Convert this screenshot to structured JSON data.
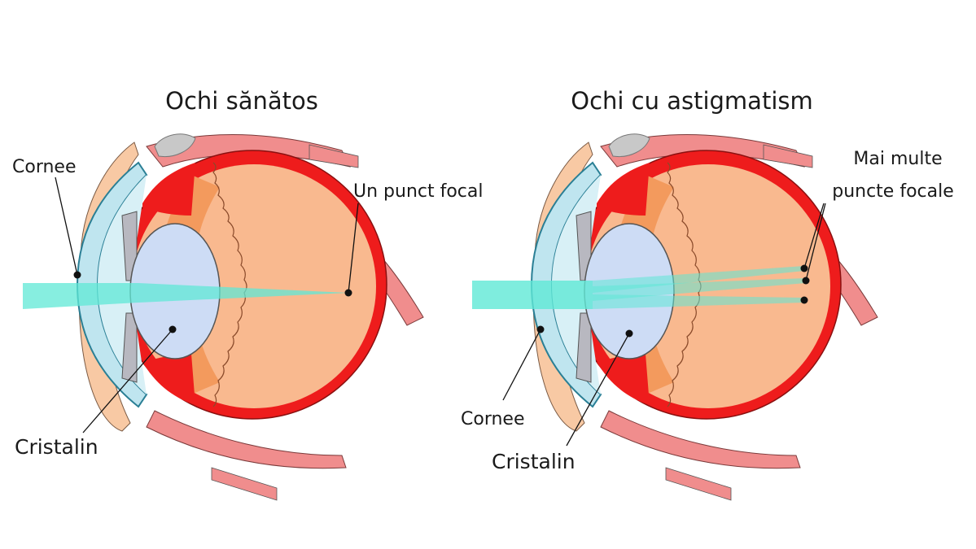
{
  "panels": [
    {
      "title": "Ochi sănătos",
      "cornea_label": "Cornee",
      "lens_label": "Cristalin",
      "focal_lines": [
        "Un punct focal"
      ]
    },
    {
      "title": "Ochi cu astigmatism",
      "cornea_label": "Cornee",
      "lens_label": "Cristalin",
      "focal_lines": [
        "Mai multe",
        "puncte focale"
      ]
    }
  ],
  "colors": {
    "sclera": "#ee1c1c",
    "vitreous": "#f9b98f",
    "ciliary": "#f39a5d",
    "cornea": "#bfe5ef",
    "lens": "#cddcf5",
    "iris": "#b8b8c0",
    "muscle": "#f08d8d",
    "skin": "#f8c9a4",
    "light": "#5fe8d6"
  }
}
